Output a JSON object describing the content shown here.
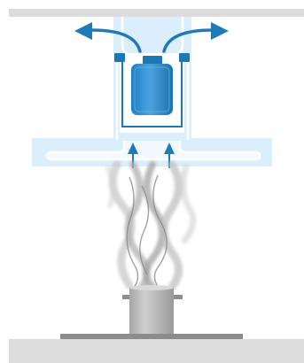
{
  "diagram": {
    "colors": {
      "ceiling": "#dcdcdc",
      "duct_fill": "#dbeefb",
      "duct_outline": "#ffffff",
      "duct_light": "#eef7fd",
      "airflow_arrow": "#1d7bb8",
      "fan_housing": "#ffffff",
      "fan_body": "#2e8fd0",
      "fan_body_light": "#65b2e4",
      "fan_frame": "#1b78b5",
      "smoke": "#9a9a9a",
      "cooking_pot": "#b4b4b4",
      "pot_shadow": "#8e8e8e",
      "stovetop": "#8c8c8c",
      "floor": "#dcdcdc"
    },
    "icons": [
      "ceiling",
      "exhaust-duct",
      "exhaust-fan",
      "exhaust-arrow-left",
      "exhaust-arrow-right",
      "intake-arrow-left",
      "intake-arrow-right",
      "range-hood",
      "rising-smoke",
      "cooking-pot",
      "stovetop",
      "floor"
    ]
  }
}
